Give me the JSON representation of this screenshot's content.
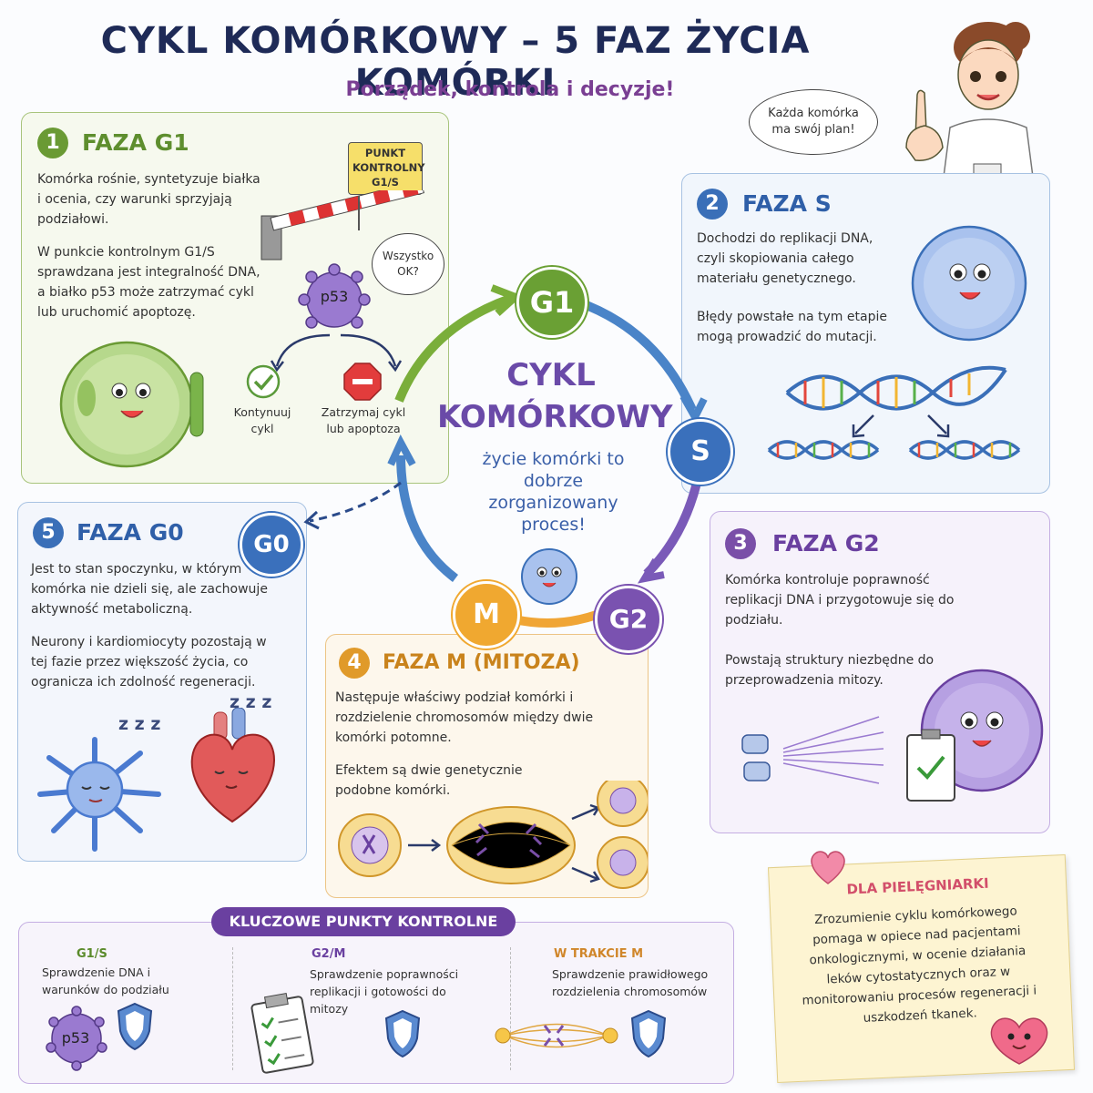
{
  "header": {
    "title": "CYKL KOMÓRKOWY – 5 FAZ ŻYCIA KOMÓRKI",
    "subtitle": "Porządek, kontrola i decyzje!",
    "nurse_bubble": "Każda komórka ma swój plan!"
  },
  "colors": {
    "title": "#1e2a57",
    "subtitle": "#7a3f93",
    "g1": "#6a9a34",
    "s": "#3a6fb8",
    "g2": "#7a4fa8",
    "m": "#e09a2a",
    "g0": "#3a6fb8"
  },
  "panels": {
    "g1": {
      "number": "1",
      "title": "FAZA G1",
      "text1": "Komórka rośnie, syntetyzuje białka i ocenia, czy warunki sprzyjają podziałowi.",
      "text2": "W punkcie kontrolnym G1/S sprawdzana jest integralność DNA, a białko p53 może zatrzymać cykl lub uruchomić apoptozę.",
      "sign": "PUNKT KONTROLNY G1/S",
      "speech": "Wszystko OK?",
      "protein": "p53",
      "continue": "Kontynuuj cykl",
      "stop": "Zatrzymaj cykl lub apoptoza"
    },
    "s": {
      "number": "2",
      "title": "FAZA S",
      "text1": "Dochodzi do replikacji DNA, czyli skopiowania całego materiału genetycznego.",
      "text2": "Błędy powstałe na tym etapie mogą prowadzić do mutacji."
    },
    "g2": {
      "number": "3",
      "title": "FAZA G2",
      "text1": "Komórka kontroluje poprawność replikacji DNA i przygotowuje się do podziału.",
      "text2": "Powstają struktury niezbędne do przeprowadzenia mitozy."
    },
    "m": {
      "number": "4",
      "title": "FAZA M (MITOZA)",
      "text1": "Następuje właściwy podział komórki i rozdzielenie chromosomów między dwie komórki potomne.",
      "text2": "Efektem są dwie genetycznie podobne komórki."
    },
    "g0": {
      "number": "5",
      "title": "FAZA G0",
      "text1": "Jest to stan spoczynku, w którym komórka nie dzieli się, ale zachowuje aktywność metaboliczną.",
      "text2": "Neurony i kardiomiocyty pozostają w tej fazie przez większość życia, co ogranicza ich zdolność regeneracji.",
      "zzz": "z z z"
    }
  },
  "cycle": {
    "title_line1": "CYKL",
    "title_line2": "KOMÓRKOWY",
    "tagline": "życie komórki to dobrze zorganizowany proces!",
    "nodes": {
      "g1": "G1",
      "s": "S",
      "g2": "G2",
      "m": "M",
      "g0": "G0"
    }
  },
  "checkpoints": {
    "header": "KLUCZOWE PUNKTY KONTROLNE",
    "items": [
      {
        "name": "G1/S",
        "text": "Sprawdzenie DNA i warunków do podziału",
        "protein": "p53"
      },
      {
        "name": "G2/M",
        "text": "Sprawdzenie poprawności replikacji i gotowości do mitozy"
      },
      {
        "name": "W TRAKCIE M",
        "text": "Sprawdzenie prawidłowego rozdzielenia chromosomów"
      }
    ]
  },
  "nurse_note": {
    "title": "DLA PIELĘGNIARKI",
    "text": "Zrozumienie cyklu komórkowego pomaga w opiece nad pacjentami onkologicznymi, w ocenie działania leków cytostatycznych oraz w monitorowaniu procesów regeneracji i uszkodzeń tkanek."
  }
}
